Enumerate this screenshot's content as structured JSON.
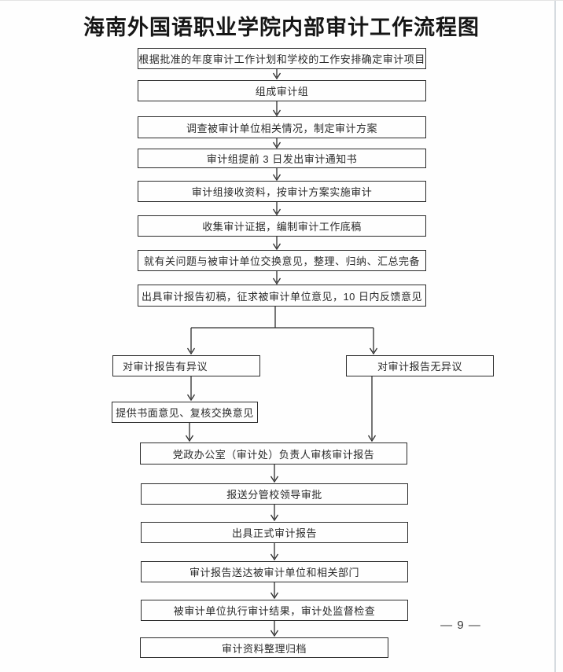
{
  "page": {
    "title": "海南外国语职业学院内部审计工作流程图",
    "page_number": "— 9 —"
  },
  "flowchart": {
    "boxes": [
      {
        "id": "determine-project",
        "text": "根据批准的年度审计工作计划和学校的工作安排确定审计项目"
      },
      {
        "id": "form-audit-team",
        "text": "组成审计组"
      },
      {
        "id": "investigate-plan",
        "text": "调查被审计单位相关情况，制定审计方案"
      },
      {
        "id": "issue-notice",
        "text": "审计组提前 3 日发出审计通知书"
      },
      {
        "id": "receive-materials",
        "text": "审计组接收资料，按审计方案实施审计"
      },
      {
        "id": "collect-evidence",
        "text": "收集审计证据，编制审计工作底稿"
      },
      {
        "id": "exchange-opinions",
        "text": "就有关问题与被审计单位交换意见，整理、归纳、汇总完备"
      },
      {
        "id": "draft-report",
        "text": "出具审计报告初稿，征求被审计单位意见，10 日内反馈意见"
      },
      {
        "id": "objection",
        "text": "对审计报告有异议"
      },
      {
        "id": "no-objection",
        "text": "对审计报告无异议"
      },
      {
        "id": "written-opinion",
        "text": "提供书面意见、复核交换意见"
      },
      {
        "id": "review-report",
        "text": "党政办公室（审计处）负责人审核审计报告"
      },
      {
        "id": "leader-approval",
        "text": "报送分管校领导审批"
      },
      {
        "id": "formal-report",
        "text": "出具正式审计报告"
      },
      {
        "id": "deliver-report",
        "text": "审计报告送达被审计单位和相关部门"
      },
      {
        "id": "supervise-check",
        "text": "被审计单位执行审计结果，审计处监督检查"
      },
      {
        "id": "archive-materials",
        "text": "审计资料整理归档"
      }
    ],
    "edges": [
      {
        "from": "determine-project",
        "to": "form-audit-team"
      },
      {
        "from": "form-audit-team",
        "to": "investigate-plan"
      },
      {
        "from": "investigate-plan",
        "to": "issue-notice"
      },
      {
        "from": "issue-notice",
        "to": "receive-materials"
      },
      {
        "from": "receive-materials",
        "to": "collect-evidence"
      },
      {
        "from": "collect-evidence",
        "to": "exchange-opinions"
      },
      {
        "from": "exchange-opinions",
        "to": "draft-report"
      },
      {
        "from": "draft-report",
        "to": "objection"
      },
      {
        "from": "draft-report",
        "to": "no-objection"
      },
      {
        "from": "objection",
        "to": "written-opinion"
      },
      {
        "from": "written-opinion",
        "to": "review-report"
      },
      {
        "from": "no-objection",
        "to": "review-report"
      },
      {
        "from": "review-report",
        "to": "leader-approval"
      },
      {
        "from": "leader-approval",
        "to": "formal-report"
      },
      {
        "from": "formal-report",
        "to": "deliver-report"
      },
      {
        "from": "deliver-report",
        "to": "supervise-check"
      },
      {
        "from": "supervise-check",
        "to": "archive-materials"
      }
    ]
  }
}
